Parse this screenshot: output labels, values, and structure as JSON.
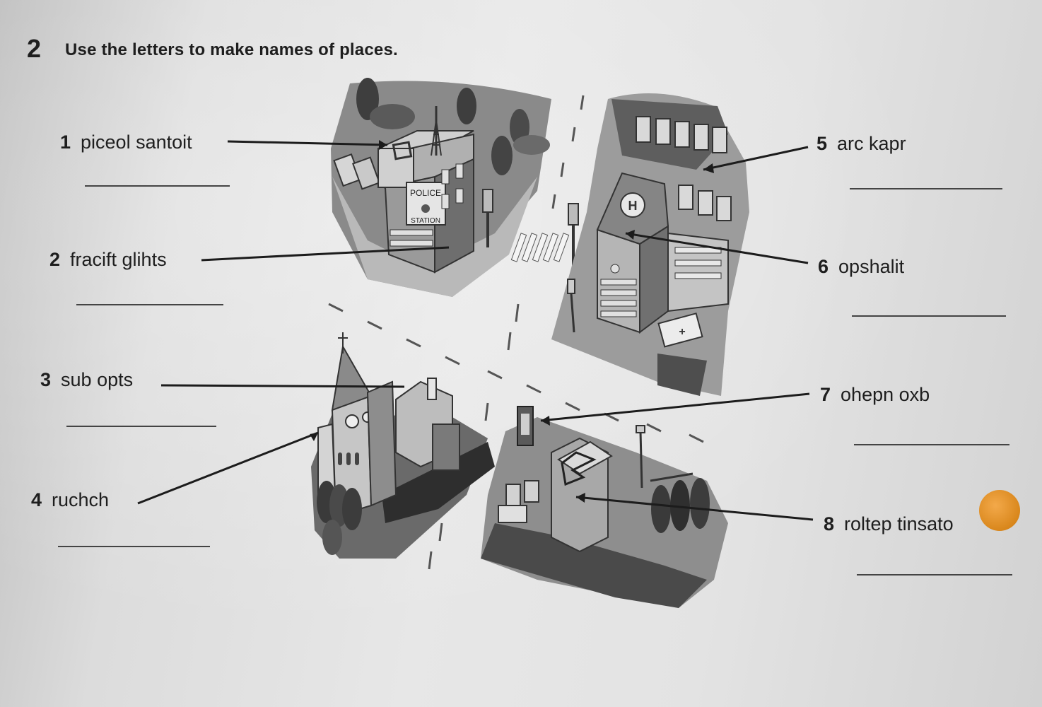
{
  "exercise": {
    "number": "2",
    "instruction": "Use the letters to make names of places."
  },
  "items": [
    {
      "num": "1",
      "text": "piceol santoit"
    },
    {
      "num": "2",
      "text": "fracift glihts"
    },
    {
      "num": "3",
      "text": "sub opts"
    },
    {
      "num": "4",
      "text": "ruchch"
    },
    {
      "num": "5",
      "text": "arc kapr"
    },
    {
      "num": "6",
      "text": "opshalit"
    },
    {
      "num": "7",
      "text": "ohepn oxb"
    },
    {
      "num": "8",
      "text": "roltep tinsato"
    }
  ],
  "illustration": {
    "police_sign_line1": "POLICE",
    "police_sign_line2": "STATION"
  }
}
